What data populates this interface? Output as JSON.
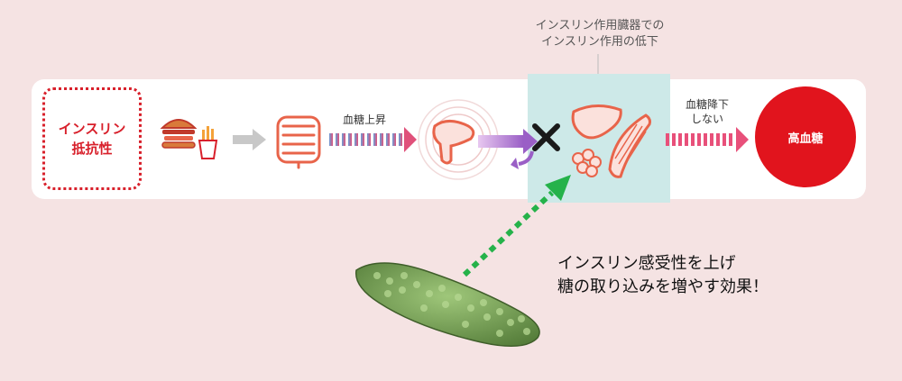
{
  "callout": {
    "line1": "インスリン作用臓器での",
    "line2": "インスリン作用の低下"
  },
  "resistance": {
    "line1": "インスリン",
    "line2": "抵抗性"
  },
  "labels": {
    "blood_sugar_rise": "血糖上昇",
    "no_drop_line1": "血糖降下",
    "no_drop_line2": "しない",
    "high_blood_sugar": "高血糖"
  },
  "effect": {
    "line1": "インスリン感受性を上げ",
    "line2": "糖の取り込みを増やす効果！"
  },
  "colors": {
    "accent_red": "#d8202b",
    "organ_orange": "#e8644a",
    "highlight_teal": "#cde9e8",
    "arrow_green": "#25b24a",
    "background": "#f5e3e3"
  },
  "icons": [
    "burger-icon",
    "fries-icon",
    "intestine-icon",
    "pancreas-icon",
    "liver-icon",
    "fat-cell-icon",
    "muscle-icon",
    "cross-icon",
    "bitter-melon-image"
  ]
}
